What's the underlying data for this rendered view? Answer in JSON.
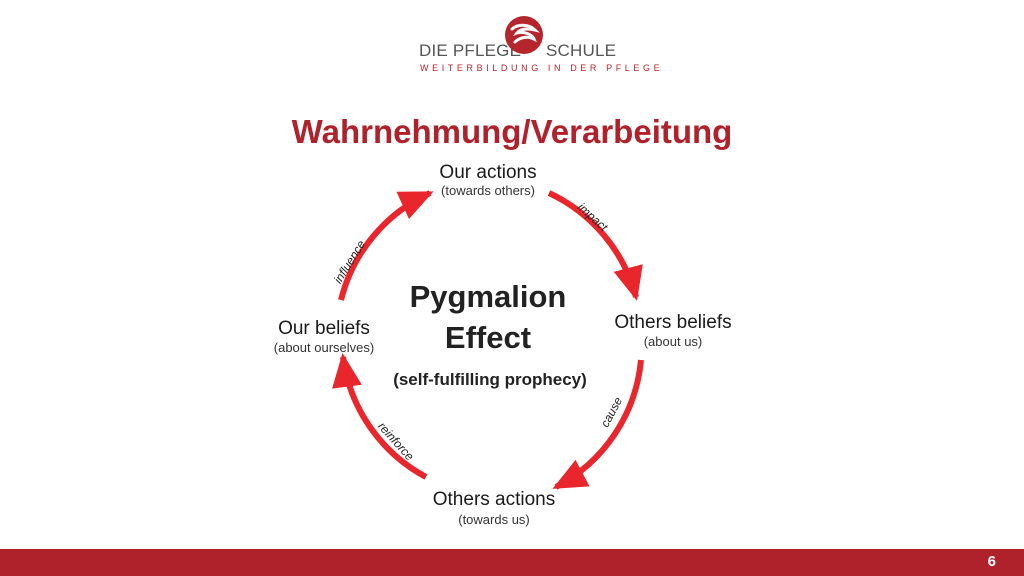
{
  "logo": {
    "left_word": "DIE PFLEGE",
    "right_word": "SCHULE",
    "tagline": "WEITERBILDUNG IN DER PFLEGE",
    "mark_icon": "swirl-logo-icon"
  },
  "title": "Wahrnehmung/Verarbeitung",
  "diagram": {
    "center_title_line1": "Pygmalion",
    "center_title_line2": "Effect",
    "center_subtitle": "(self-fulfilling prophecy)",
    "nodes": {
      "top": {
        "label": "Our actions",
        "sub": "(towards others)"
      },
      "right": {
        "label": "Others beliefs",
        "sub": "(about us)"
      },
      "bottom": {
        "label": "Others actions",
        "sub": "(towards us)"
      },
      "left": {
        "label": "Our beliefs",
        "sub": "(about ourselves)"
      }
    },
    "arrows": {
      "impact": "impact",
      "cause": "cause",
      "reinforce": "reinforce",
      "influence": "influence"
    },
    "arrow_color": "#e8262b"
  },
  "footer": {
    "page_number": "6",
    "bar_color": "#b0222b"
  }
}
